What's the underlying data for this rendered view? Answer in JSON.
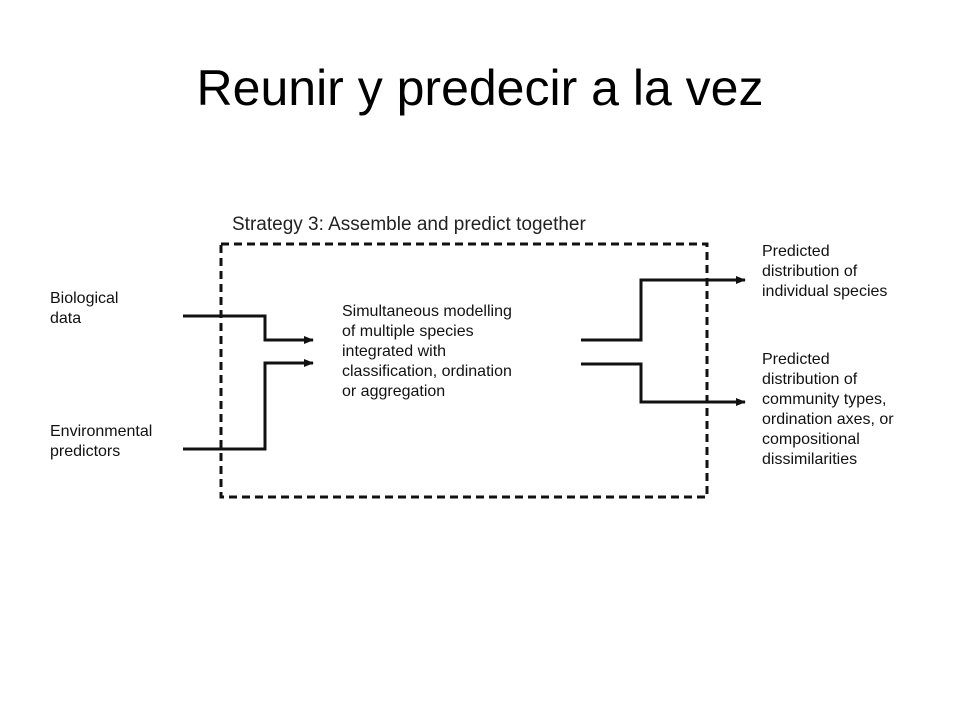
{
  "slide": {
    "title": "Reunir y predecir a la vez"
  },
  "diagram": {
    "strategy_title": "Strategy 3: Assemble and predict together",
    "inputs": [
      {
        "lines": [
          "Biological",
          "data"
        ]
      },
      {
        "lines": [
          "Environmental",
          "predictors"
        ]
      }
    ],
    "process": {
      "lines": [
        "Simultaneous modelling",
        "of multiple species",
        "integrated with",
        "classification, ordination",
        "or aggregation"
      ]
    },
    "outputs": [
      {
        "lines": [
          "Predicted",
          "distribution of",
          "individual species"
        ]
      },
      {
        "lines": [
          "Predicted",
          "distribution of",
          "community types,",
          "ordination axes, or",
          "compositional",
          "dissimilarities"
        ]
      }
    ]
  }
}
